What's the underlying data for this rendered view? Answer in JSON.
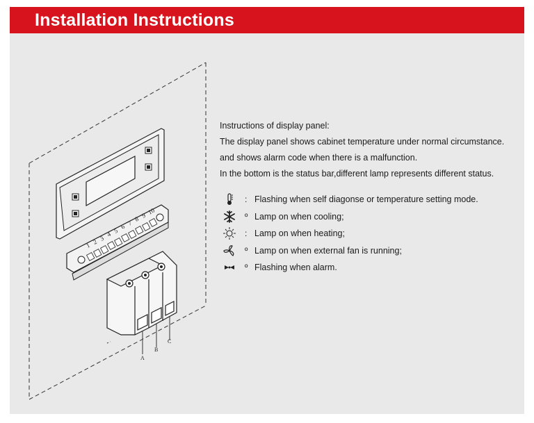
{
  "header": {
    "title": "Installation Instructions",
    "background_color": "#d7141d"
  },
  "instructions": {
    "lines": [
      "Instructions of display panel:",
      "The display panel shows cabinet temperature under normal circumstance.",
      "and shows alarm code when there is a malfunction.",
      "In the bottom is the status bar,different lamp represents different status."
    ]
  },
  "legend": [
    {
      "icon": "thermometer-icon",
      "separator": ":",
      "text": "Flashing when self diagonse or temperature setting mode."
    },
    {
      "icon": "snowflake-icon",
      "separator": "º",
      "text": "Lamp on when cooling;"
    },
    {
      "icon": "sun-icon",
      "separator": ":",
      "text": "Lamp on when heating;"
    },
    {
      "icon": "fan-icon",
      "separator": "º",
      "text": "Lamp on when external fan is running;"
    },
    {
      "icon": "alarm-icon",
      "separator": "º",
      "text": "Flashing when alarm."
    }
  ],
  "diagram": {
    "terminal_numbers": [
      "1",
      "2",
      "3",
      "4",
      "5",
      "6",
      "7",
      "8",
      "9",
      "10"
    ],
    "connector_labels": [
      "A",
      "B",
      "C"
    ]
  }
}
